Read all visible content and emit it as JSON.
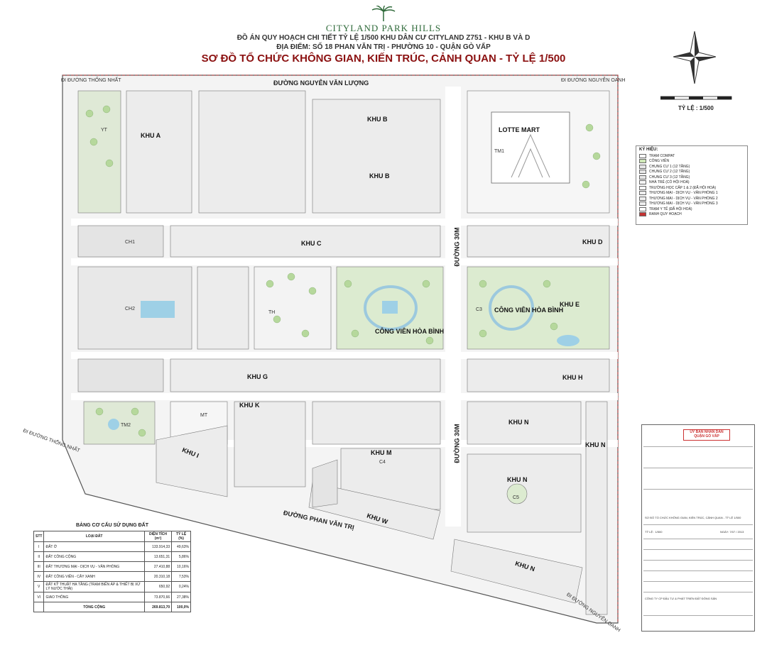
{
  "brand": {
    "name": "CITYLAND PARK HILLS"
  },
  "header": {
    "line1": "ĐỒ ÁN QUY HOẠCH CHI TIẾT TỶ LỆ 1/500 KHU DÂN CƯ CITYLAND Z751 - KHU B VÀ D",
    "line2": "ĐỊA ĐIỂM: SỐ 18 PHAN VĂN TRỊ - PHƯỜNG 10 - QUẬN GÒ VẤP",
    "title": "SƠ ĐỒ TỔ CHỨC KHÔNG GIAN, KIẾN TRÚC, CẢNH QUAN - TỶ LỆ 1/500"
  },
  "scale": {
    "label": "TỶ LỆ : 1/500"
  },
  "roads": {
    "nguyen_van_luong": "ĐƯỜNG NGUYỄN VĂN LƯỢNG",
    "phan_van_tri": "ĐƯỜNG PHAN VĂN TRỊ",
    "road_30m_top": "ĐƯỜNG 30M",
    "road_30m_bottom": "ĐƯỜNG 30M",
    "to_thong_nhat_top": "ĐI ĐƯỜNG THỐNG NHẤT",
    "to_nguyen_oanh_top": "ĐI ĐƯỜNG NGUYỄN OANH",
    "to_thong_nhat_bottom": "ĐI ĐƯỜNG THỐNG NHẤT",
    "to_nguyen_oanh_bottom": "ĐI ĐƯỜNG NGUYỄN OANH"
  },
  "zones": {
    "khu_a": "KHU A",
    "khu_b1": "KHU B",
    "khu_b2": "KHU B",
    "khu_c": "KHU C",
    "khu_d": "KHU D",
    "khu_e": "KHU E",
    "khu_g": "KHU G",
    "khu_h": "KHU H",
    "khu_k": "KHU K",
    "khu_i": "KHU I",
    "khu_m": "KHU M",
    "khu_n1": "KHU N",
    "khu_n2": "KHU N",
    "khu_n3": "KHU N",
    "khu_n4": "KHU N",
    "khu_w": "KHU W",
    "lotte": "LOTTE MART",
    "park_left": "CÔNG VIÊN HÒA BÌNH",
    "park_right": "CÔNG VIÊN HÒA BÌNH"
  },
  "markers": {
    "yt": "YT",
    "ch1": "CH1",
    "ch2": "CH2",
    "tm1": "TM1",
    "tm2": "TM2",
    "th": "TH",
    "c3": "C3",
    "mt": "MT",
    "c4": "C4",
    "c5": "C5"
  },
  "legend": {
    "title": "KÝ HIỆU:",
    "items": [
      "TRẠM COMPAT",
      "CÔNG VIÊN",
      "CHUNG CƯ 1 (12 TẦNG)",
      "CHUNG CƯ 2 (12 TẦNG)",
      "CHUNG CƯ 3 (12 TẦNG)",
      "NHÀ TRẺ (CÓ HỘI HOÀ)",
      "TRƯỜNG HỌC CẤP 1 & 2 (ĐÃ HỘI HOÀ)",
      "THƯƠNG MẠI - DỊCH VỤ - VĂN PHÒNG 1",
      "THƯƠNG MẠI - DỊCH VỤ - VĂN PHÒNG 2",
      "THƯƠNG MẠI - DỊCH VỤ - VĂN PHÒNG 3",
      "TRẠM Y TẾ (ĐÃ HỘI HOÀ)",
      "RANH QUY HOẠCH"
    ],
    "colors": [
      "#ffffff",
      "#cfe8b8",
      "#e6e6e6",
      "#e6e6e6",
      "#e6e6e6",
      "#f5f5f5",
      "#f5f5f5",
      "#eeeeee",
      "#eeeeee",
      "#eeeeee",
      "#ffffff",
      "#c33333"
    ]
  },
  "stamp": {
    "red_line1": "ỦY BAN NHÂN DÂN",
    "red_line2": "QUẬN GÒ VẤP",
    "approval": "SƠ ĐỒ TỔ CHỨC KHÔNG GIAN, KIẾN TRÚC, CẢNH QUAN - TỶ LỆ 1/500",
    "company": "CÔNG TY CP ĐẦU TƯ & PHÁT TRIỂN ĐẤT ĐÔNG SẢN",
    "scale": "TỶ LỆ : 1/500",
    "date": "NGÀY: 7/07 / 2013"
  },
  "land_table": {
    "title": "BẢNG CƠ CẤU SỬ DỤNG ĐẤT",
    "headers": [
      "STT",
      "LOẠI ĐẤT",
      "DIỆN TÍCH (m²)",
      "TỶ LỆ (%)"
    ],
    "rows": [
      [
        "I",
        "ĐẤT Ở",
        "133.914,33",
        "49,63%"
      ],
      [
        "II",
        "ĐẤT CÔNG CỘNG",
        "13.651,31",
        "5,86%"
      ],
      [
        "III",
        "ĐẤT THƯƠNG MẠI - DỊCH VỤ - VĂN PHÒNG",
        "27.410,88",
        "10,16%"
      ],
      [
        "IV",
        "ĐẤT CÔNG VIÊN - CÂY XANH",
        "20.310,18",
        "7,53%"
      ],
      [
        "V",
        "ĐẤT KỸ THUẬT HẠ TẦNG (TRẠM BIẾN ÁP & THIẾT BỊ XỬ LÝ NƯỚC THẢI)",
        "650,92",
        "0,24%"
      ],
      [
        "VI",
        "GIAO THÔNG",
        "73.870,66",
        "27,38%"
      ]
    ],
    "total": [
      "",
      "TỔNG CỘNG",
      "269.813,70",
      "100,0%"
    ]
  }
}
